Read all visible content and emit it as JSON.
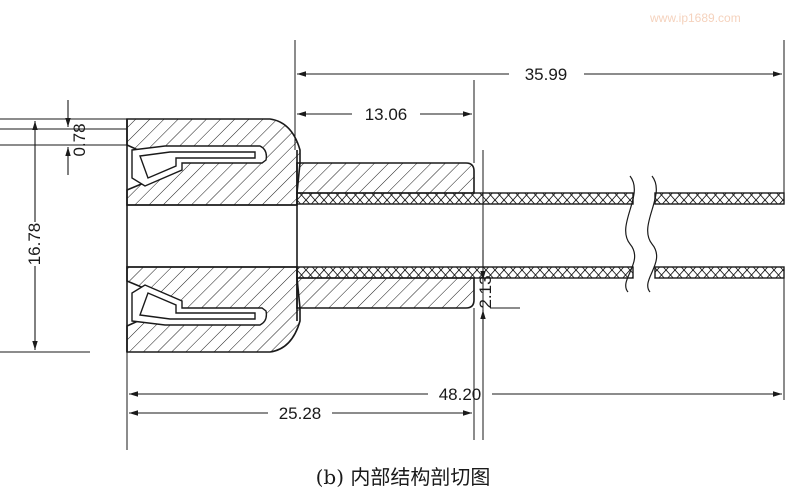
{
  "watermark": "www.ip1689.com",
  "caption": "(b) 内部结构剖切图",
  "dimensions": {
    "overall_top": "35.99",
    "stem_length": "13.06",
    "outer_height": "16.78",
    "lip_thickness": "0.78",
    "tube_wall": "2.13",
    "total_length": "48.20",
    "body_length": "25.28"
  },
  "colors": {
    "line": "#1a1a1a",
    "watermark": "#f5d2bd",
    "background": "#ffffff"
  }
}
